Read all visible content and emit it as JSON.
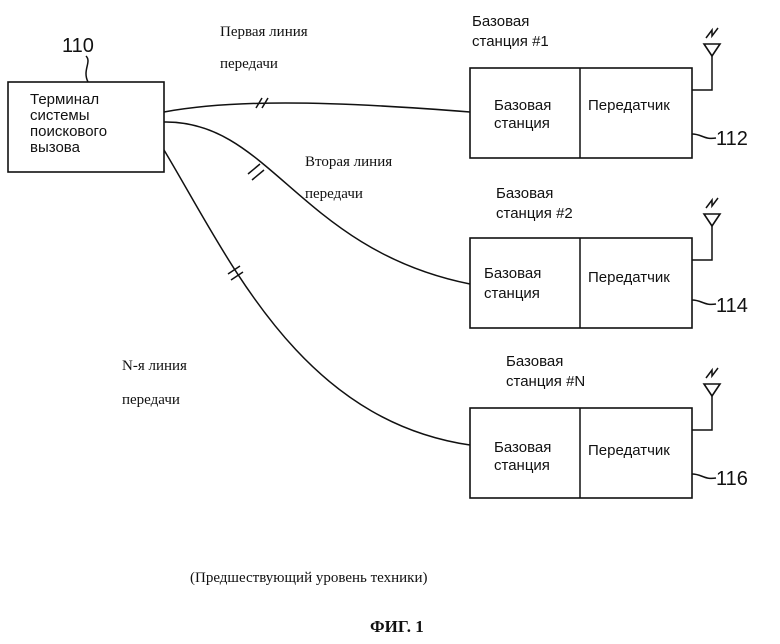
{
  "figure": {
    "caption": "(Предшествующий уровень техники)",
    "label": "ФИГ. 1"
  },
  "terminal": {
    "ref": "110",
    "lines": [
      "Терминал",
      "системы",
      "поискового",
      "вызова"
    ]
  },
  "transmission_lines": [
    {
      "lines": [
        "Первая линия",
        "передачи"
      ]
    },
    {
      "lines": [
        "Вторая линия",
        "передачи"
      ]
    },
    {
      "lines": [
        "N-я линия",
        "передачи"
      ]
    }
  ],
  "stations": [
    {
      "title": [
        "Базовая",
        "станция #1"
      ],
      "left_label": [
        "Базовая",
        "станция"
      ],
      "right_label": "Передатчик",
      "ref": "112"
    },
    {
      "title": [
        "Базовая",
        "станция #2"
      ],
      "left_label": [
        "Базовая",
        "станция"
      ],
      "right_label": "Передатчик",
      "ref": "114"
    },
    {
      "title": [
        "Базовая",
        "станция #N"
      ],
      "left_label": [
        "Базовая",
        "станция"
      ],
      "right_label": "Передатчик",
      "ref": "116"
    }
  ]
}
